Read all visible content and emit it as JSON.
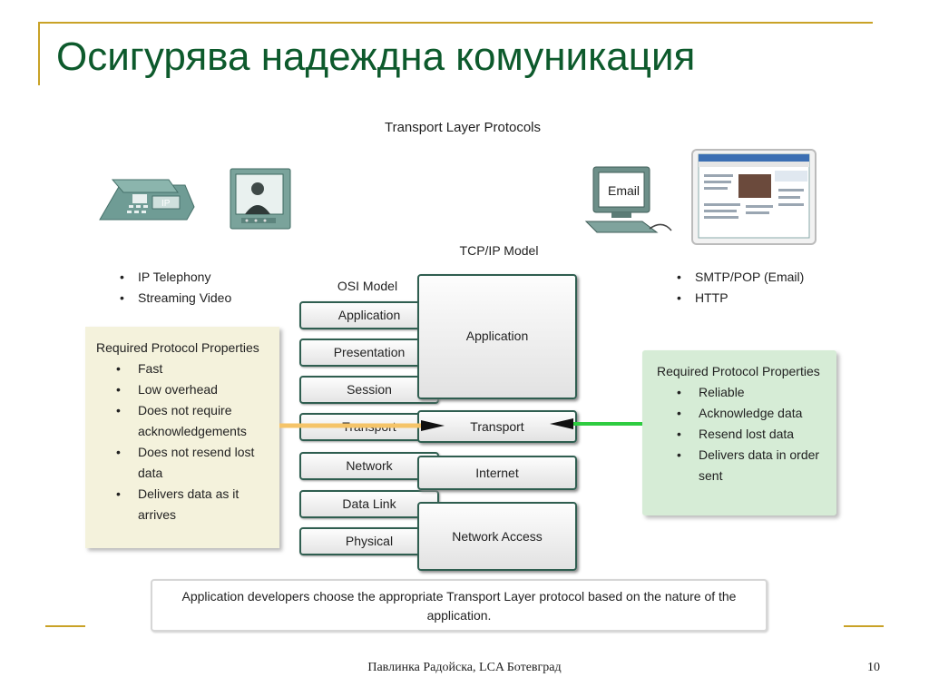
{
  "title": "Осигурява надеждна комуникация",
  "diagram_title": "Transport Layer Protocols",
  "tcp_model_label": "TCP/IP Model",
  "osi_model_label": "OSI Model",
  "left_apps": [
    "IP Telephony",
    "Streaming Video"
  ],
  "right_apps": [
    "SMTP/POP (Email)",
    "HTTP"
  ],
  "phone_label": "IP",
  "email_label": "Email",
  "left_props": {
    "heading": "Required Protocol Properties",
    "items": [
      "Fast",
      "Low overhead",
      "Does not require acknowledgements",
      "Does not resend lost data",
      "Delivers data as it arrives"
    ]
  },
  "right_props": {
    "heading": "Required Protocol Properties",
    "items": [
      "Reliable",
      "Acknowledge data",
      "Resend lost data",
      "Delivers data in order sent"
    ]
  },
  "osi_layers": [
    "Application",
    "Presentation",
    "Session",
    "Transport",
    "Network",
    "Data Link",
    "Physical"
  ],
  "tcp_layers": [
    "Application",
    "Transport",
    "Internet",
    "Network Access"
  ],
  "note": "Application developers choose the appropriate Transport Layer protocol based on the nature of the application.",
  "footer": "Павлинка Радойска, LCA Ботевград",
  "page_number": "10",
  "colors": {
    "title": "#0d5a2c",
    "accent_gold": "#c9a227",
    "udp_arrow": "#f5c469",
    "tcp_arrow": "#2ecc40",
    "box_border": "#2f5e50",
    "left_panel": "#f4f2dc",
    "right_panel": "#d6ecd6"
  }
}
